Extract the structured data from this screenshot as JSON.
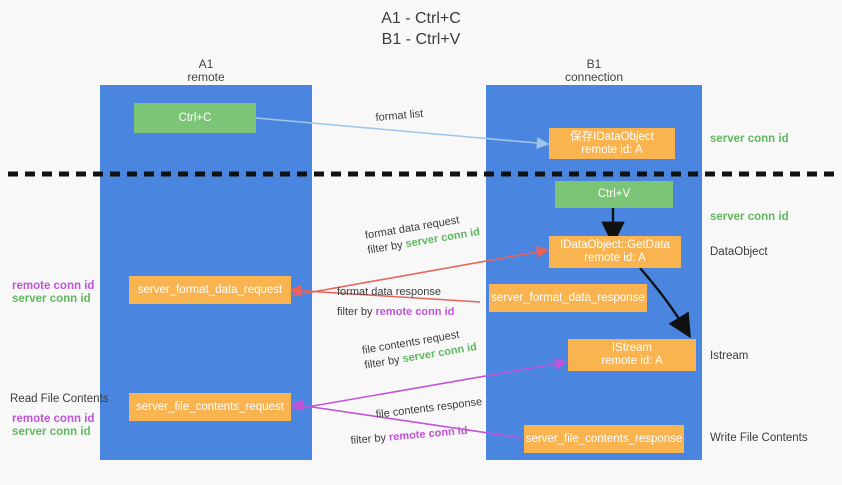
{
  "title": "A1 - Ctrl+C\nB1 - Ctrl+V",
  "lanes": [
    {
      "key": "a1",
      "header": "A1\nremote"
    },
    {
      "key": "b1",
      "header": "B1\nconnection"
    }
  ],
  "nodes": {
    "ctrl_c": "Ctrl+C",
    "save_idataobject": "保存IDataObject\nremote id: A",
    "ctrl_v": "Ctrl+V",
    "getdata": "IDataObject::GetData\nremote id: A",
    "server_format_data_request": "server_format_data_request",
    "server_format_data_response": "server_format_data_response",
    "istream": "IStream\nremote id: A",
    "server_file_contents_request": "server_file_contents_request",
    "server_file_contents_response": "server_file_contents_response"
  },
  "right_labels": {
    "server_conn_id_top": "server conn id",
    "server_conn_id_mid": "server conn id",
    "dataobject": "DataObject",
    "istream": "Istream",
    "write_file_contents": "Write File Contents"
  },
  "left_labels": {
    "remote_conn_id_1": "remote conn id",
    "server_conn_id_1": "server conn id",
    "read_file_contents": "Read File Contents",
    "remote_conn_id_2": "remote conn id",
    "server_conn_id_2": "server conn id"
  },
  "edges": {
    "format_list": "format list",
    "format_data_request": "format data request",
    "format_data_request_filter_prefix": "filter by ",
    "format_data_request_filter_value": "server conn id",
    "format_data_response": "format data response",
    "format_data_response_filter_prefix": "filter by ",
    "format_data_response_filter_value": "remote conn id",
    "file_contents_request": "file contents request",
    "file_contents_request_filter_prefix": "filter by ",
    "file_contents_request_filter_value": "server conn id",
    "file_contents_response": "file contents response",
    "file_contents_response_filter_prefix": "filter by ",
    "file_contents_response_filter_value": "remote conn id"
  },
  "colors": {
    "lane": "#4a86e0",
    "node_green": "#7cc576",
    "node_orange": "#f9b34f",
    "conn_green": "#5fb85f",
    "conn_purple": "#c054d8",
    "arrow_blue": "#9fc6ea",
    "arrow_red": "#e8635c",
    "arrow_purple": "#c054d8",
    "arrow_black": "#111111"
  }
}
